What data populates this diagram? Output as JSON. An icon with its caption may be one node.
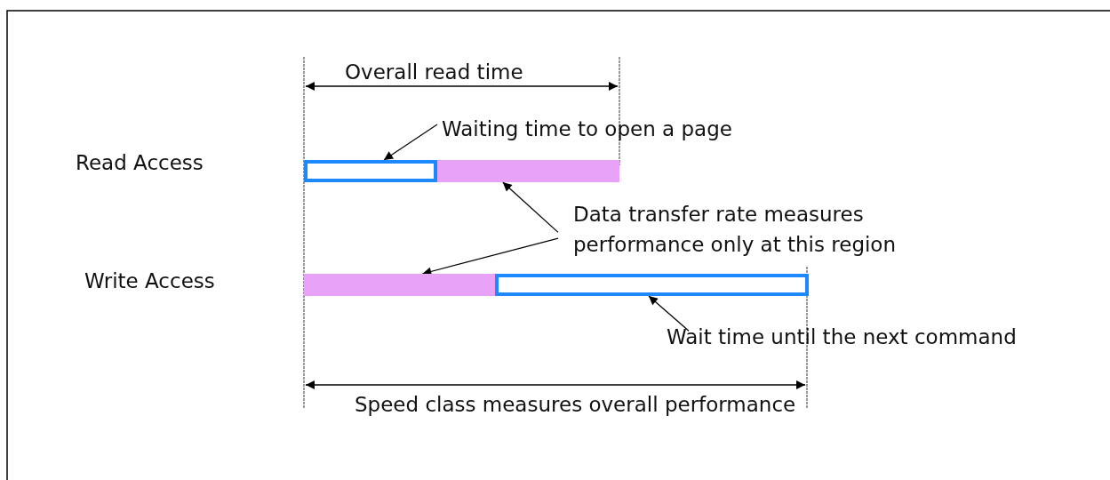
{
  "diagram": {
    "nodes": [
      {
        "text": [
          "Waiting time to open a page"
        ]
      },
      {
        "text": [],
        "shape": "bar"
      },
      {
        "text": [],
        "shape": "bar"
      },
      {
        "text": [
          "Data transfer rate measures performance only at this region"
        ]
      },
      {
        "text": [],
        "shape": "bar"
      },
      {
        "text": [],
        "shape": "bar"
      },
      {
        "text": [
          "Wait time until the next command"
        ]
      }
    ],
    "edges": [
      {
        "from": 0,
        "to": 1,
        "arrow": "to"
      },
      {
        "from": 3,
        "to": 2,
        "arrow": "to"
      },
      {
        "from": 3,
        "to": 4,
        "arrow": "to"
      },
      {
        "from": 6,
        "to": 5,
        "arrow": "to"
      }
    ],
    "labels": [
      "Overall read time",
      "Read Access",
      "Write Access",
      "Speed class measures overall performance"
    ]
  }
}
